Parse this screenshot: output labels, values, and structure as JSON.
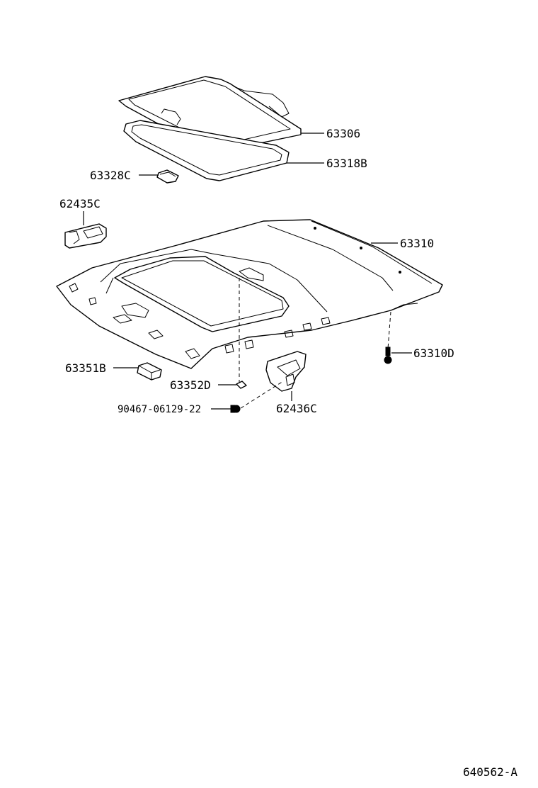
{
  "diagram": {
    "drawing_number": "640562-A",
    "callouts": {
      "sunshade": "63306",
      "seal": "63318B",
      "stopper": "63328C",
      "headliner": "63310",
      "left_cover": "62435C",
      "right_cover": "62436C",
      "clip": "63310D",
      "pad": "63351B",
      "small_clip": "63352D",
      "screw": "90467-06129-22"
    }
  }
}
